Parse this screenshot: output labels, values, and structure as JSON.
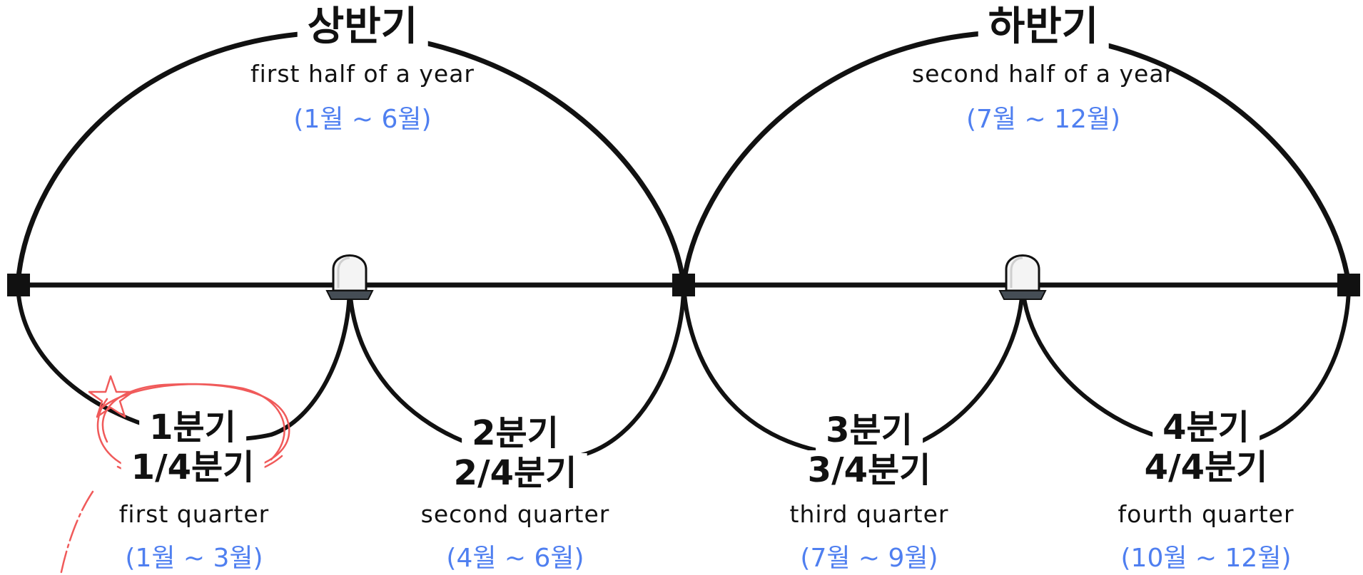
{
  "halves": [
    {
      "ko": "상반기",
      "en": "first half of a year",
      "range": "(1월 ~ 6월)"
    },
    {
      "ko": "하반기",
      "en": "second half of a year",
      "range": "(7월 ~ 12월)"
    }
  ],
  "quarters": [
    {
      "ko1": "1분기",
      "ko2": "1/4분기",
      "en": "first quarter",
      "range": "(1월 ~ 3월)"
    },
    {
      "ko1": "2분기",
      "ko2": "2/4분기",
      "en": "second quarter",
      "range": "(4월 ~ 6월)"
    },
    {
      "ko1": "3분기",
      "ko2": "3/4분기",
      "en": "third quarter",
      "range": "(7월 ~ 9월)"
    },
    {
      "ko1": "4분기",
      "ko2": "4/4분기",
      "en": "fourth quarter",
      "range": "(10월 ~ 12월)"
    }
  ],
  "colors": {
    "line": "#111111",
    "range_text": "#4f7ff0",
    "highlight": "#f05a5a",
    "marker_body": "#f4f4f4",
    "marker_base": "#454d55"
  },
  "icons": [
    "square-endpoint-icon",
    "tombstone-marker-icon",
    "star-doodle-icon"
  ]
}
